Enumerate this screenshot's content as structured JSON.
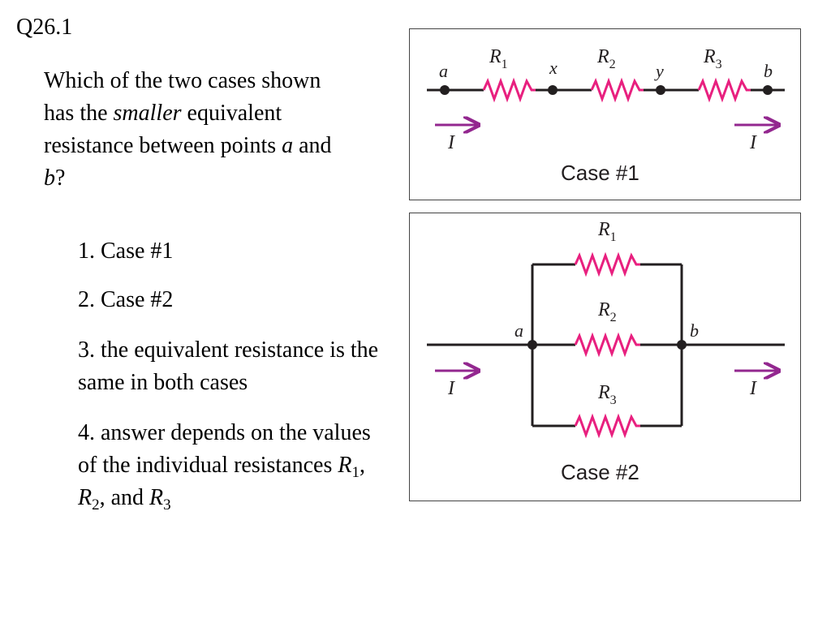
{
  "question_id": "Q26.1",
  "question": {
    "part1": "Which of the two cases shown has the ",
    "emph": "smaller",
    "part2": " equivalent resistance between points ",
    "var_a": "a",
    "part3": " and ",
    "var_b": "b",
    "part4": "?"
  },
  "answers": [
    {
      "text": "1. Case #1"
    },
    {
      "text": "2. Case #2"
    },
    {
      "text": "3. the equivalent resistance is the same in both cases"
    },
    {
      "prefix": "4. answer depends on the values of the individual resistances ",
      "r": "R",
      "sub1": "1",
      "sep1": ", ",
      "sub2": "2",
      "sep2": ", and ",
      "sub3": "3"
    }
  ],
  "case1": {
    "caption": "Case #1",
    "nodes": [
      "a",
      "x",
      "y",
      "b"
    ],
    "resistors": [
      {
        "letter": "R",
        "sub": "1"
      },
      {
        "letter": "R",
        "sub": "2"
      },
      {
        "letter": "R",
        "sub": "3"
      }
    ],
    "current_label": "I"
  },
  "case2": {
    "caption": "Case #2",
    "nodes": [
      "a",
      "b"
    ],
    "resistors": [
      {
        "letter": "R",
        "sub": "1"
      },
      {
        "letter": "R",
        "sub": "2"
      },
      {
        "letter": "R",
        "sub": "3"
      }
    ],
    "current_label": "I"
  },
  "colors": {
    "resistor": "#e8207f",
    "arrow": "#93278f",
    "wire": "#231f20"
  }
}
